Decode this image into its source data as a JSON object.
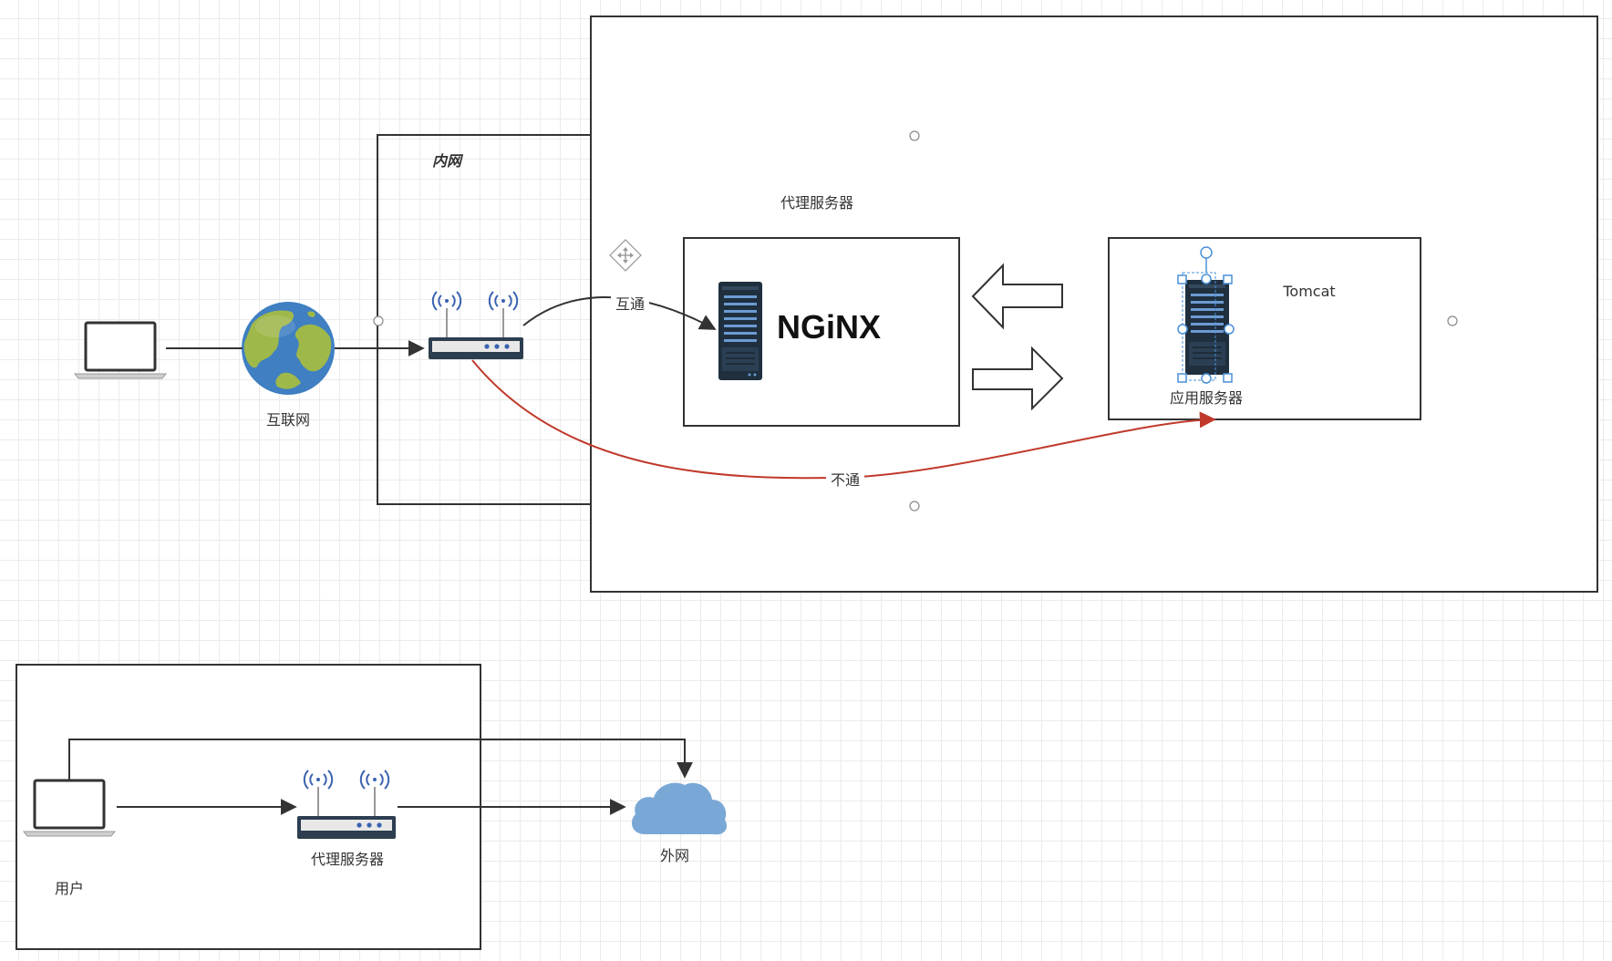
{
  "labels": {
    "intranet": "内网",
    "proxy_server_top": "代理服务器",
    "internet": "互联网",
    "connected": "互通",
    "nginx": "NGiNX",
    "tomcat": "Tomcat",
    "app_server": "应用服务器",
    "not_connected": "不通",
    "proxy_server_bottom": "代理服务器",
    "user": "用户",
    "external_network": "外网"
  },
  "colors": {
    "stroke": "#333333",
    "red_edge": "#c0392b",
    "router_antenna": "#3a62b0",
    "cloud": "#7aa8d6",
    "globe_ocean": "#3f7fc2",
    "globe_land": "#9fb84a",
    "server_body": "#1f2f3e",
    "selection_handle": "#4a90d9"
  },
  "icons": [
    "laptop-icon",
    "globe-icon",
    "router-icon",
    "server-icon",
    "cloud-icon",
    "move-icon"
  ]
}
